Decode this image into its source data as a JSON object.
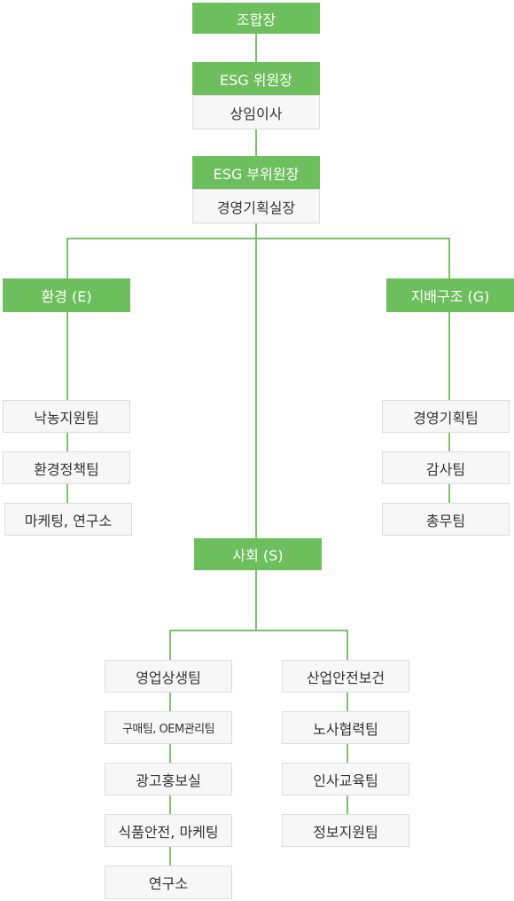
{
  "top": {
    "chair": "조합장",
    "esg_chair": "ESG 위원장",
    "esg_chair_person": "상임이사",
    "esg_vice_chair": "ESG 부위원장",
    "esg_vice_chair_person": "경영기획실장"
  },
  "environment": {
    "title": "환경 (E)",
    "teams": [
      "낙농지원팀",
      "환경정책팀",
      "마케팅, 연구소"
    ]
  },
  "governance": {
    "title": "지배구조 (G)",
    "teams": [
      "경영기획팀",
      "감사팀",
      "총무팀"
    ]
  },
  "social": {
    "title": "사회 (S)",
    "left_teams": [
      "영업상생팀",
      "구매팀, OEM관리팀",
      "광고홍보실",
      "식품안전, 마케팅",
      "연구소"
    ],
    "right_teams": [
      "산업안전보건",
      "노사협력팀",
      "인사교육팀",
      "정보지원팀"
    ]
  },
  "colors": {
    "accent": "#6cbf5c",
    "line": "#7cc46a",
    "box_bg": "#f7f7f7"
  }
}
